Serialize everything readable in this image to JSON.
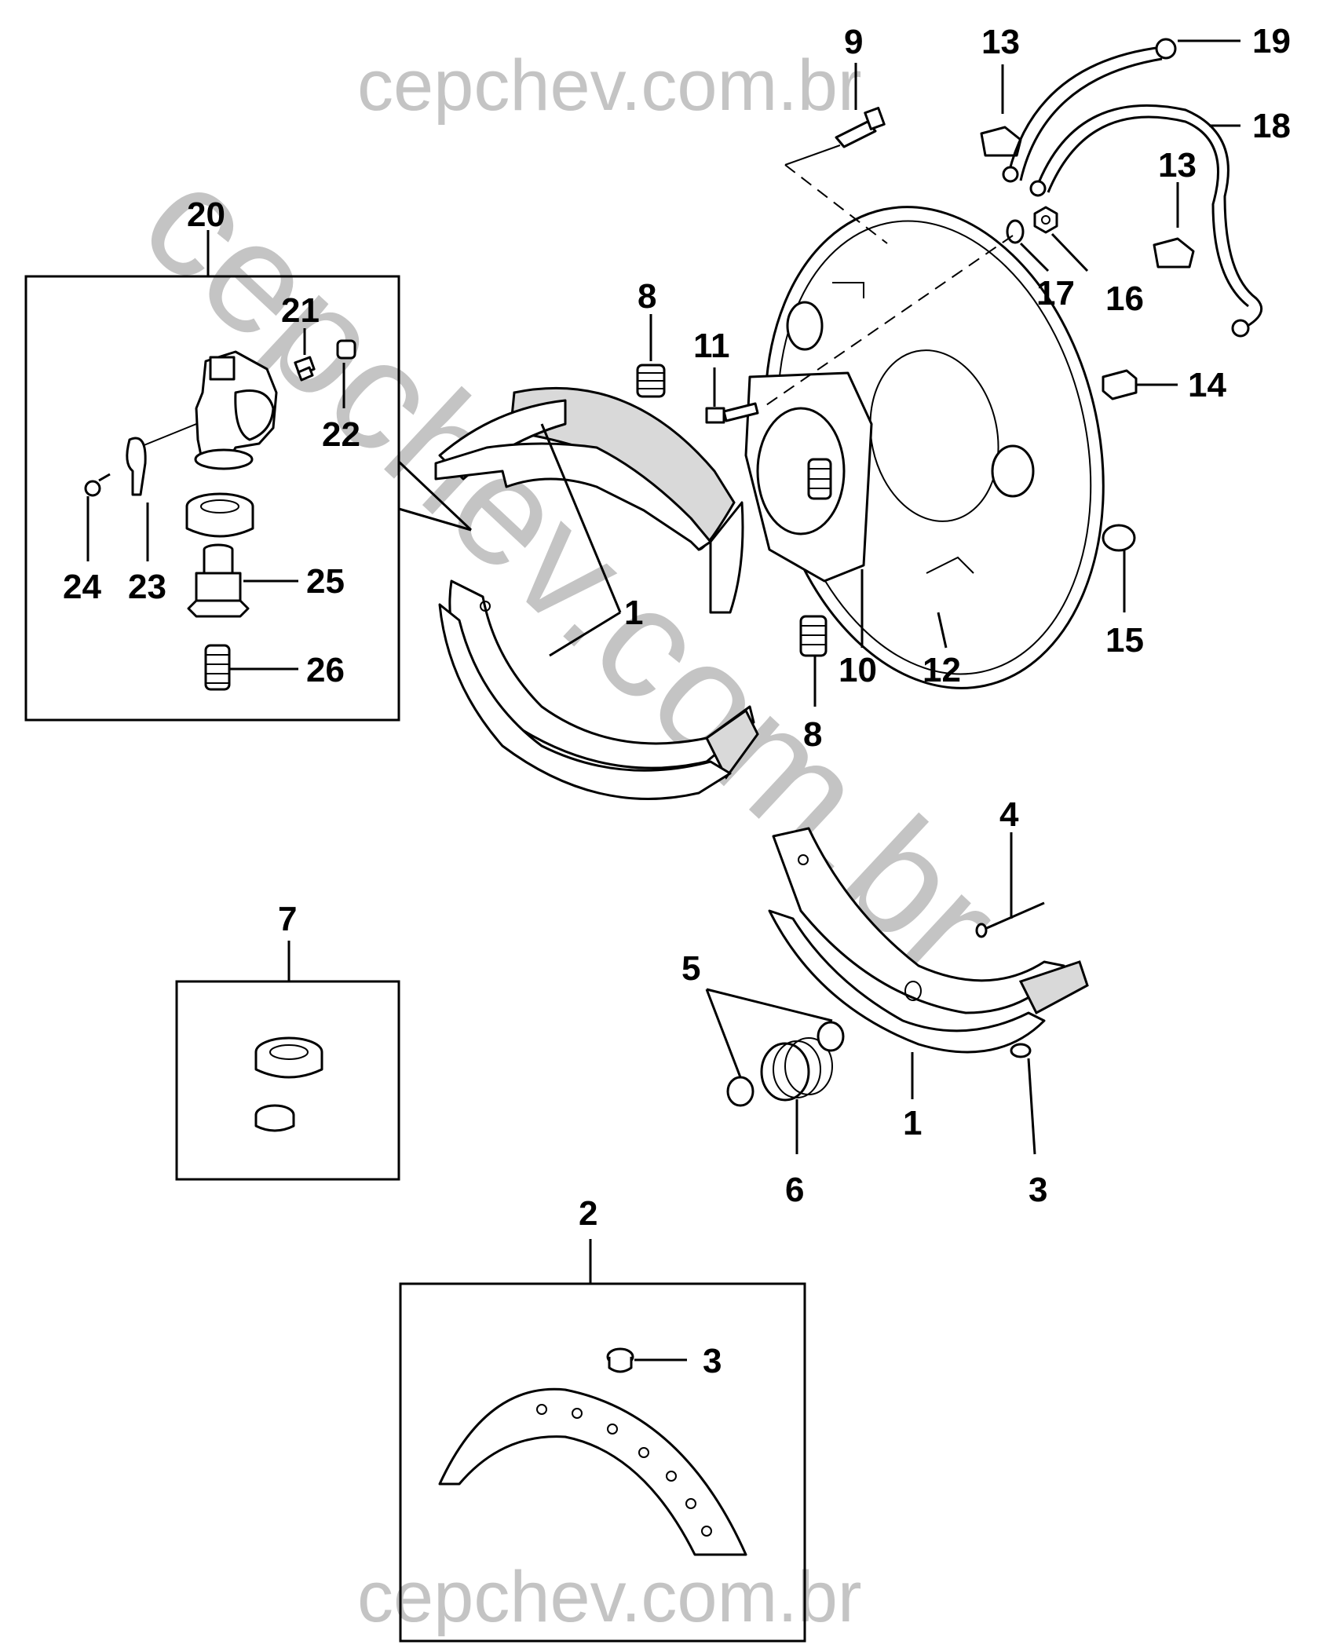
{
  "watermark": {
    "top_text": "cepchev.com.br",
    "bottom_text": "cepchev.com.br",
    "diagonal_text": "cepchev.com.br",
    "color": "#c4c4c4"
  },
  "callouts": {
    "c1_upper": "1",
    "c1_lower": "1",
    "c2": "2",
    "c3_lower": "3",
    "c3_box": "3",
    "c4": "4",
    "c5": "5",
    "c6": "6",
    "c7": "7",
    "c8_upper": "8",
    "c8_lower": "8",
    "c9": "9",
    "c10": "10",
    "c11": "11",
    "c12": "12",
    "c13_top": "13",
    "c13_mid": "13",
    "c14": "14",
    "c15": "15",
    "c16": "16",
    "c17": "17",
    "c18": "18",
    "c19": "19",
    "c20": "20",
    "c21": "21",
    "c22": "22",
    "c23": "23",
    "c24": "24",
    "c25": "25",
    "c26": "26"
  }
}
